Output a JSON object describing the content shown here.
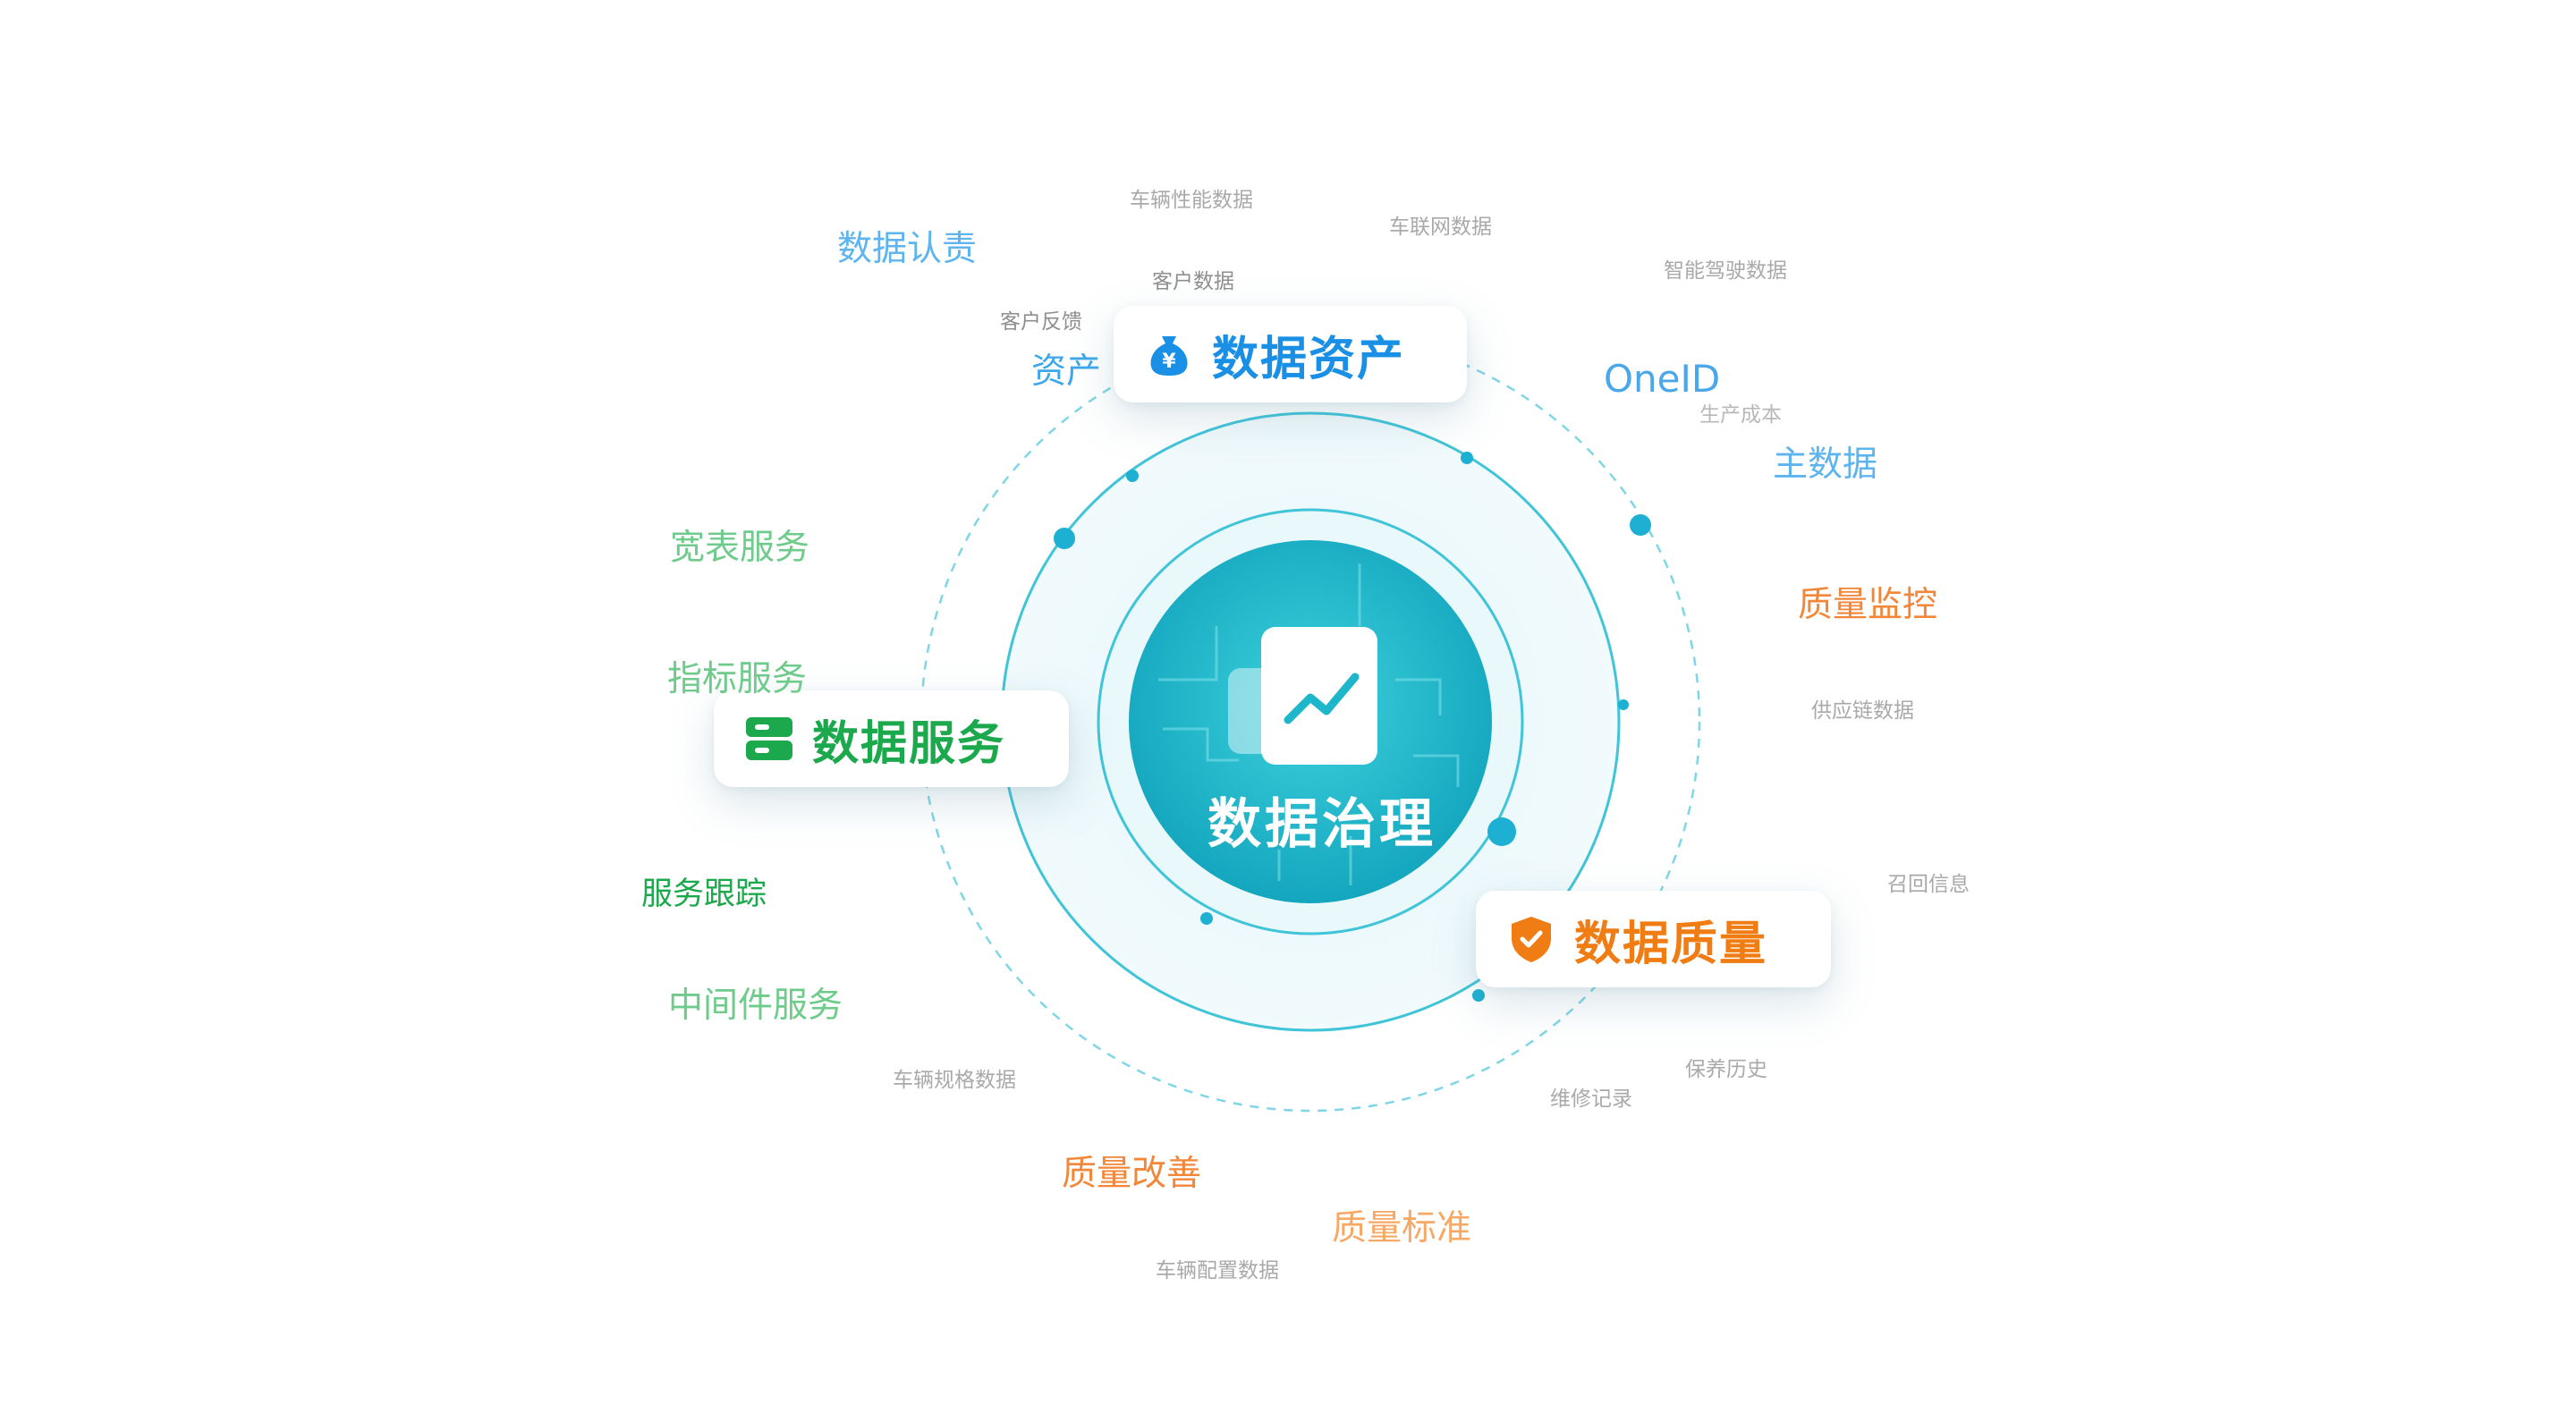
{
  "center": {
    "label": "数据治理"
  },
  "cards": {
    "assets": {
      "label": "数据资产",
      "color": "#1a8fe6"
    },
    "service": {
      "label": "数据服务",
      "color": "#1ca84c"
    },
    "quality": {
      "label": "数据质量",
      "color": "#f07c14"
    }
  },
  "tags": {
    "vehicle_performance": "车辆性能数据",
    "connected_vehicle": "车联网数据",
    "data_accountability": "数据认责",
    "customer_data": "客户数据",
    "smart_driving": "智能驾驶数据",
    "customer_feedback": "客户反馈",
    "assets": "资产",
    "oneid": "OneID",
    "production_cost": "生产成本",
    "master_data": "主数据",
    "wide_table_service": "宽表服务",
    "quality_monitoring": "质量监控",
    "metric_service": "指标服务",
    "supply_chain": "供应链数据",
    "recall_info": "召回信息",
    "service_tracking": "服务跟踪",
    "middleware_service": "中间件服务",
    "maintenance_history": "保养历史",
    "vehicle_spec": "车辆规格数据",
    "repair_records": "维修记录",
    "quality_improvement": "质量改善",
    "quality_standard": "质量标准",
    "vehicle_config": "车辆配置数据"
  },
  "colors": {
    "ring": "#40c4d8",
    "dot": "#1db0d2",
    "core_light": "#2cc9d8",
    "core_dark": "#13a8c0"
  },
  "icons": {
    "assets": "money-bag-icon",
    "service": "server-icon",
    "quality": "shield-check-icon",
    "center": "trend-chart-icon"
  }
}
